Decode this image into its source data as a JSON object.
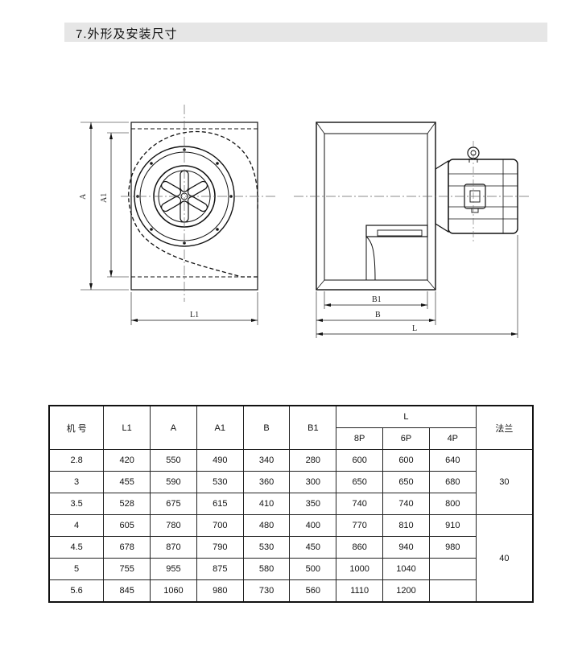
{
  "section_title": "7.外形及安装尺寸",
  "drawing_labels": {
    "front_A": "A",
    "front_A1": "A1",
    "front_L1": "L1",
    "side_B1": "B1",
    "side_B": "B",
    "side_L": "L"
  },
  "table": {
    "headers": {
      "model": "机 号",
      "L1": "L1",
      "A": "A",
      "A1": "A1",
      "B": "B",
      "B1": "B1",
      "L": "L",
      "flange": "法兰"
    },
    "L_sub": [
      "8P",
      "6P",
      "4P"
    ],
    "rows": [
      [
        "2.8",
        "420",
        "550",
        "490",
        "340",
        "280",
        "600",
        "600",
        "640"
      ],
      [
        "3",
        "455",
        "590",
        "530",
        "360",
        "300",
        "650",
        "650",
        "680"
      ],
      [
        "3.5",
        "528",
        "675",
        "615",
        "410",
        "350",
        "740",
        "740",
        "800"
      ],
      [
        "4",
        "605",
        "780",
        "700",
        "480",
        "400",
        "770",
        "810",
        "910"
      ],
      [
        "4.5",
        "678",
        "870",
        "790",
        "530",
        "450",
        "860",
        "940",
        "980"
      ],
      [
        "5",
        "755",
        "955",
        "875",
        "580",
        "500",
        "1000",
        "1040",
        ""
      ],
      [
        "5.6",
        "845",
        "1060",
        "980",
        "730",
        "560",
        "1110",
        "1200",
        ""
      ]
    ],
    "flange_values": [
      "30",
      "40"
    ]
  }
}
